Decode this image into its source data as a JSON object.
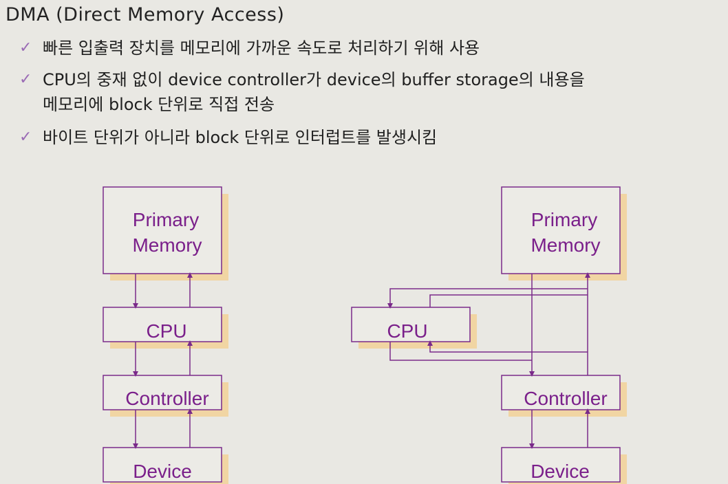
{
  "title": "DMA (Direct Memory Access)",
  "bullets": [
    {
      "icon": "checkmark-icon",
      "line1": "빠른 입출력 장치를 메모리에 가까운 속도로 처리하기 위해 사용",
      "line2": ""
    },
    {
      "icon": "checkmark-icon",
      "line1": "CPU의 중재 없이 device controller가 device의 buffer storage의 내용을",
      "line2": "메모리에 block 단위로 직접 전송"
    },
    {
      "icon": "checkmark-icon",
      "line1": "바이트 단위가 아니라 block 단위로 인터럽트를 발생시킴",
      "line2": ""
    }
  ],
  "check_glyph": "✓",
  "diagram_left": {
    "primary_memory_line1": "Primary",
    "primary_memory_line2": "Memory",
    "cpu": "CPU",
    "controller": "Controller",
    "device": "Device"
  },
  "diagram_right": {
    "primary_memory_line1": "Primary",
    "primary_memory_line2": "Memory",
    "cpu": "CPU",
    "controller": "Controller",
    "device": "Device"
  },
  "colors": {
    "box_border": "#7a2a8a",
    "box_shadow": "#f1d5a3",
    "box_fill": "#ecebe6",
    "label": "#7a1f8a",
    "background": "#e9e8e3"
  }
}
